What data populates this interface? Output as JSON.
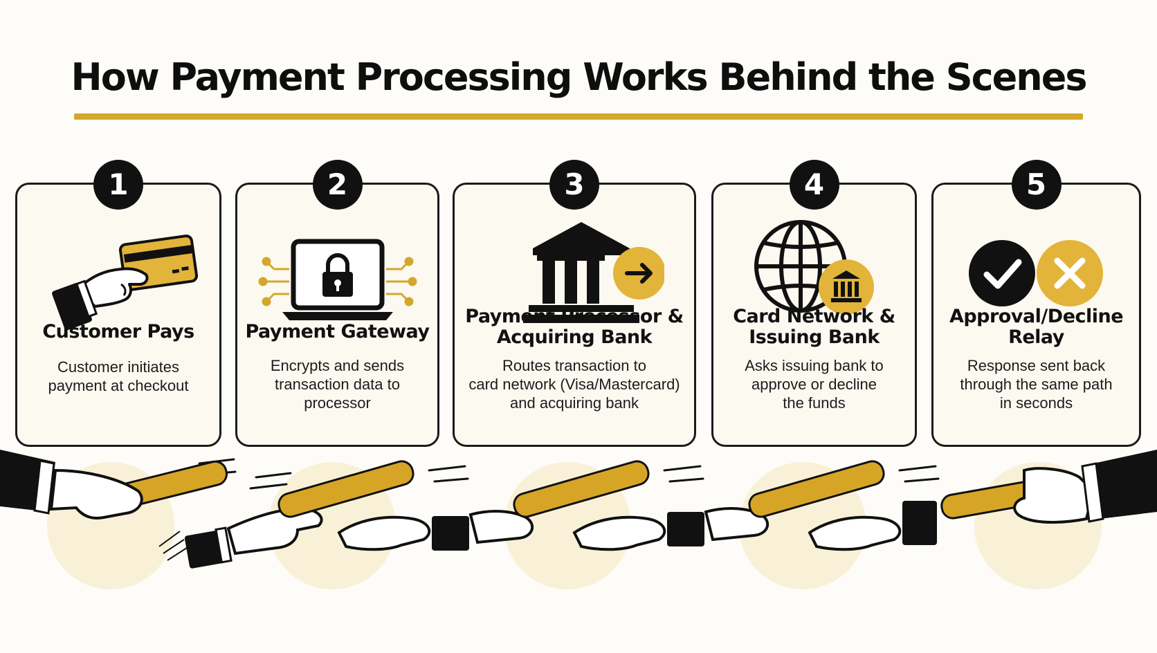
{
  "title": "How Payment Processing Works Behind the Scenes",
  "colors": {
    "accent": "#d4a72c",
    "ink": "#111111",
    "card": "#fbf9f0"
  },
  "steps": [
    {
      "number": "1",
      "title": "Customer Pays",
      "description": "Customer initiates\npayment at checkout",
      "icon": "hand-credit-card-icon"
    },
    {
      "number": "2",
      "title": "Payment Gateway",
      "description": "Encrypts and sends\ntransaction data to\nprocessor",
      "icon": "laptop-lock-icon"
    },
    {
      "number": "3",
      "title": "Payment Processor &\nAcquiring Bank",
      "description": "Routes transaction to\ncard network (Visa/Mastercard)\nand acquiring bank",
      "icon": "bank-arrow-icon"
    },
    {
      "number": "4",
      "title": "Card Network &\nIssuing Bank",
      "description": "Asks issuing bank to\napprove or decline\nthe funds",
      "icon": "globe-bank-icon"
    },
    {
      "number": "5",
      "title": "Approval/Decline\nRelay",
      "description": "Response sent back\nthrough the same path\nin seconds",
      "icon": "check-cross-icon"
    }
  ]
}
